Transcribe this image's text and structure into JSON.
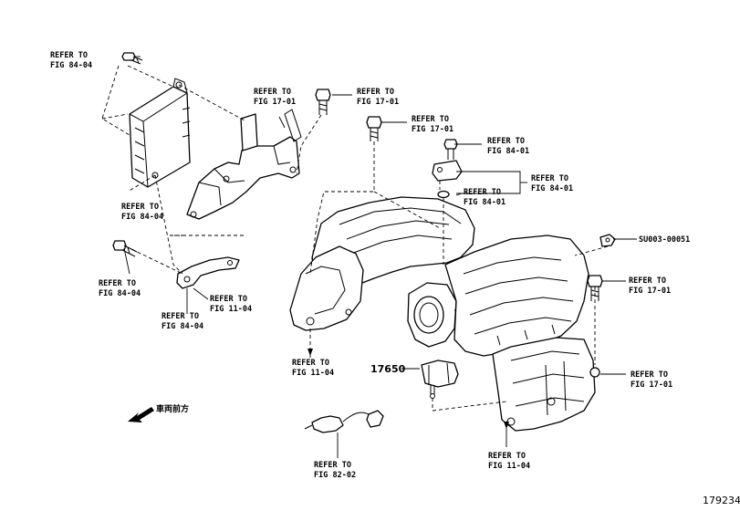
{
  "refs": {
    "tl_a": [
      "REFER TO",
      "FIG 84-04"
    ],
    "ecu_b": [
      "REFER TO",
      "FIG 84-04"
    ],
    "bracket_a": [
      "REFER TO",
      "FIG 17-01"
    ],
    "bolt_a": [
      "REFER TO",
      "FIG 17-01"
    ],
    "bolt_b": [
      "REFER TO",
      "FIG 17-01"
    ],
    "sensor_a": [
      "REFER TO",
      "FIG 84-01"
    ],
    "sensor_b": [
      "REFER TO",
      "FIG 84-01"
    ],
    "sensor_c": [
      "REFER TO",
      "FIG 84-01"
    ],
    "bolt_left": [
      "REFER TO",
      "FIG 84-04"
    ],
    "clamp_a": [
      "REFER TO",
      "FIG 11-04"
    ],
    "clamp_b": [
      "REFER TO",
      "FIG 84-04"
    ],
    "manifold_left": [
      "REFER TO",
      "FIG 11-04"
    ],
    "bolt_right": [
      "REFER TO",
      "FIG 17-01"
    ],
    "mount_right": [
      "REFER TO",
      "FIG 17-01"
    ],
    "manifold_bottom": [
      "REFER TO",
      "FIG 11-04"
    ],
    "harness": [
      "REFER TO",
      "FIG 82-02"
    ]
  },
  "nut_code": "SU003-00051",
  "part_number": "17650",
  "front_label": "車両前方",
  "diagram_id": "179234"
}
